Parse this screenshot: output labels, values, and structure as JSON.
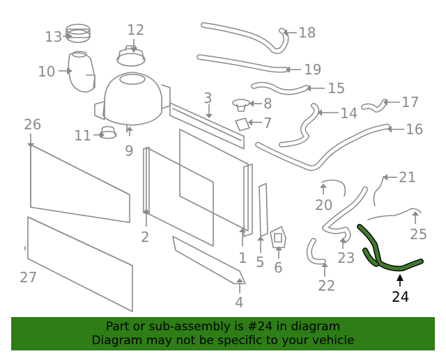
{
  "diagram": {
    "callouts": [
      {
        "id": "1",
        "text": "1"
      },
      {
        "id": "2",
        "text": "2"
      },
      {
        "id": "3",
        "text": "3"
      },
      {
        "id": "4",
        "text": "4"
      },
      {
        "id": "5",
        "text": "5"
      },
      {
        "id": "6",
        "text": "6"
      },
      {
        "id": "7",
        "text": "7"
      },
      {
        "id": "8",
        "text": "8"
      },
      {
        "id": "9",
        "text": "9"
      },
      {
        "id": "10",
        "text": "10"
      },
      {
        "id": "11",
        "text": "11"
      },
      {
        "id": "12",
        "text": "12"
      },
      {
        "id": "13",
        "text": "13"
      },
      {
        "id": "14",
        "text": "14"
      },
      {
        "id": "15",
        "text": "15"
      },
      {
        "id": "16",
        "text": "16"
      },
      {
        "id": "17",
        "text": "17"
      },
      {
        "id": "18",
        "text": "18"
      },
      {
        "id": "19",
        "text": "19"
      },
      {
        "id": "20",
        "text": "20"
      },
      {
        "id": "21",
        "text": "21"
      },
      {
        "id": "22",
        "text": "22"
      },
      {
        "id": "23",
        "text": "23"
      },
      {
        "id": "24",
        "text": "24"
      },
      {
        "id": "25",
        "text": "25"
      },
      {
        "id": "26",
        "text": "26"
      },
      {
        "id": "27",
        "text": "27"
      }
    ],
    "highlighted_part": "24",
    "colors": {
      "parts": "#8a8a8a",
      "highlight": "#2e5e1e",
      "banner": "#2e7d16"
    }
  },
  "banner": {
    "line1": "Part or sub-assembly is #24 in diagram",
    "line2": "Diagram may not be specific to your vehicle"
  }
}
